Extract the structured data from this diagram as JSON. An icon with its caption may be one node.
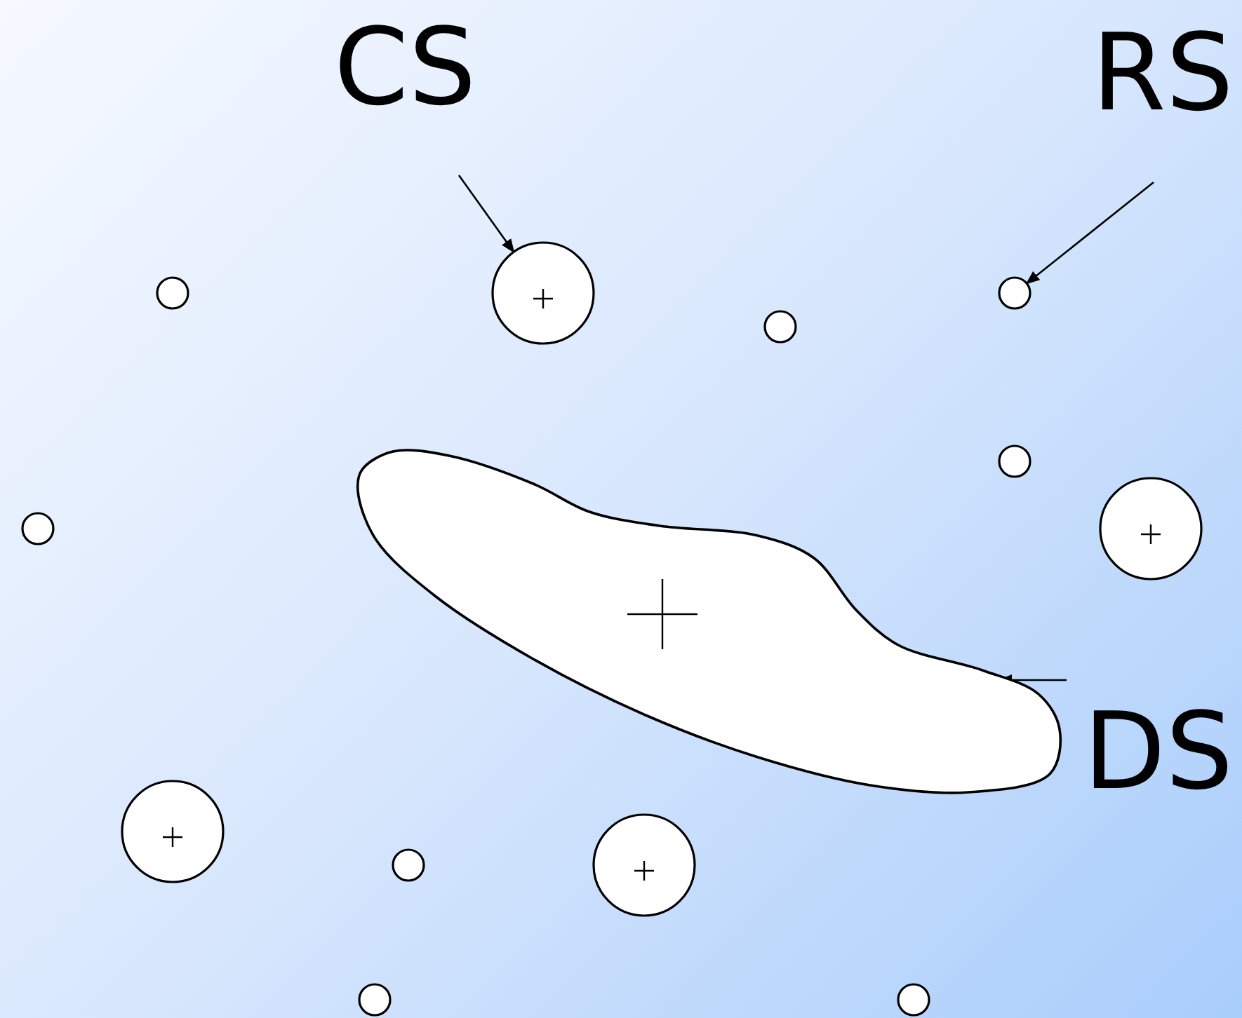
{
  "diagram": {
    "nodes": [
      {
        "text": [
          "CS"
        ]
      },
      {
        "text": [
          "RS"
        ]
      },
      {
        "text": [],
        "shape": "circle"
      },
      {
        "text": [],
        "shape": "circle"
      },
      {
        "text": [],
        "shape": "circle"
      },
      {
        "text": [],
        "shape": "circle"
      },
      {
        "text": [],
        "shape": "circle"
      },
      {
        "text": [],
        "shape": "circle"
      },
      {
        "text": [],
        "shape": "circle"
      },
      {
        "text": [],
        "shape": "blob"
      },
      {
        "text": [
          "DS"
        ]
      },
      {
        "text": [],
        "shape": "circle"
      },
      {
        "text": [],
        "shape": "circle"
      },
      {
        "text": [],
        "shape": "circle"
      },
      {
        "text": [],
        "shape": "circle"
      },
      {
        "text": [],
        "shape": "circle"
      }
    ],
    "edges": [
      {
        "from": 0,
        "to": 3,
        "arrow": "to"
      },
      {
        "from": 1,
        "to": 4,
        "arrow": "to"
      },
      {
        "from": 10,
        "to": 9,
        "arrow": "to"
      }
    ]
  }
}
